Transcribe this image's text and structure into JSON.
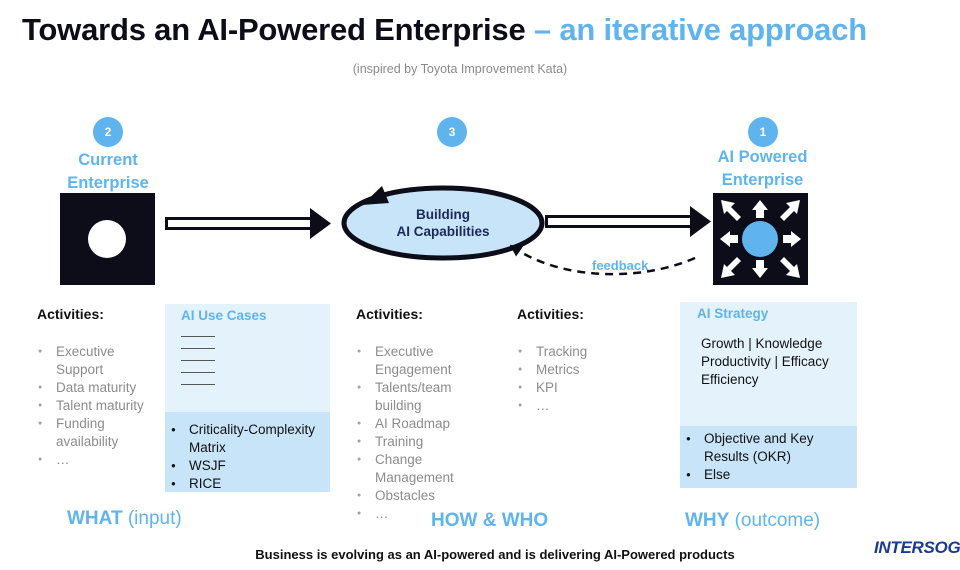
{
  "header": {
    "title_main": "Towards an AI-Powered Enterprise",
    "title_accent": " – an iterative approach",
    "subtitle": "(inspired by Toyota Improvement Kata)"
  },
  "stages": {
    "current": {
      "number": "2",
      "label_line1": "Current",
      "label_line2": "Enterprise"
    },
    "building": {
      "number": "3",
      "label_line1": "Building",
      "label_line2": "AI Capabilities"
    },
    "powered": {
      "number": "1",
      "label_line1": "AI Powered",
      "label_line2": "Enterprise"
    }
  },
  "feedback_label": "feedback",
  "what_activities": {
    "heading": "Activities:",
    "items": [
      "Executive",
      "Support",
      "Data maturity",
      "Talent maturity",
      "Funding",
      "availability",
      "…"
    ]
  },
  "use_cases": {
    "title": "AI Use Cases",
    "items": [
      "Criticality-Complexity",
      "Matrix",
      "WSJF",
      "RICE"
    ]
  },
  "how_activities_1": {
    "heading": "Activities:",
    "items": [
      "Executive",
      "Engagement",
      "Talents/team",
      "building",
      "AI Roadmap",
      "Training",
      "Change",
      "Management",
      "Obstacles",
      "…"
    ]
  },
  "how_activities_2": {
    "heading": "Activities:",
    "items": [
      "Tracking",
      "Metrics",
      "KPI",
      "…"
    ]
  },
  "strategy": {
    "title": "AI Strategy",
    "text_lines": [
      "Growth | Knowledge",
      "Productivity | Efficacy",
      "Efficiency"
    ],
    "items": [
      "Objective and Key",
      "Results (OKR)",
      "Else"
    ]
  },
  "section_labels": {
    "what_main": "WHAT",
    "what_sub": " (input)",
    "how": "HOW & WHO",
    "why_main": "WHY",
    "why_sub": " (outcome)"
  },
  "footer": "Business is evolving as an AI-powered and is delivering AI-Powered products",
  "logo": "INTERSOG",
  "colors": {
    "accent": "#5fb4ee",
    "navy": "#1b2a57",
    "dark": "#0d0d1a",
    "panel_light": "#e4f2fc",
    "panel_mid": "#c8e4f8"
  }
}
